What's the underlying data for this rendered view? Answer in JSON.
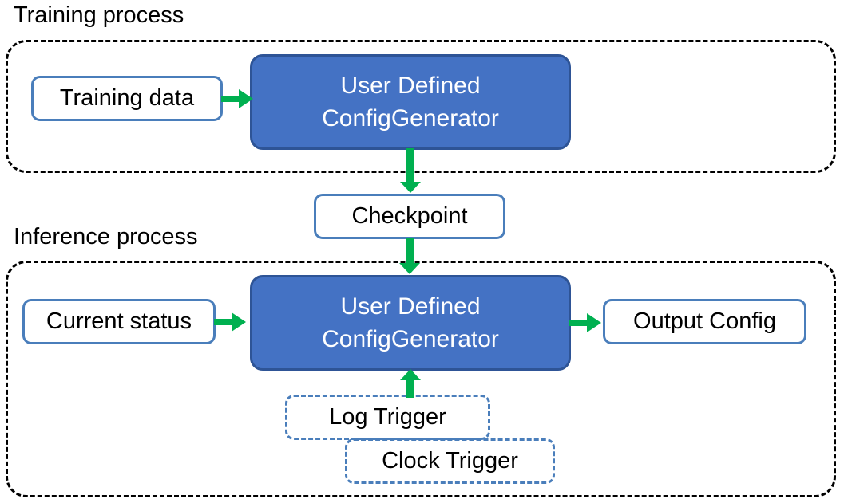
{
  "diagram": {
    "title_training": "Training process",
    "title_inference": "Inference process",
    "colors": {
      "process_fill": "#4472C4",
      "process_border": "#2E5496",
      "box_border": "#4A7EBB",
      "arrow": "#00B050",
      "container_border": "#000000",
      "text_dark": "#000000",
      "text_light": "#FFFFFF"
    }
  },
  "training": {
    "caption": "Training process",
    "input_box": "Training data",
    "process_line1": "User Defined",
    "process_line2": "ConfigGenerator"
  },
  "checkpoint": {
    "label": "Checkpoint"
  },
  "inference": {
    "caption": "Inference process",
    "input_box": "Current status",
    "process_line1": "User Defined",
    "process_line2": "ConfigGenerator",
    "output_box": "Output Config",
    "triggers": [
      {
        "label": "Log Trigger"
      },
      {
        "label": "Clock Trigger"
      }
    ]
  },
  "arrows": [
    {
      "name": "training-data-to-process",
      "direction": "right"
    },
    {
      "name": "training-process-to-checkpoint",
      "direction": "down"
    },
    {
      "name": "checkpoint-to-inference-process",
      "direction": "down"
    },
    {
      "name": "current-status-to-process",
      "direction": "right"
    },
    {
      "name": "process-to-output-config",
      "direction": "right"
    },
    {
      "name": "log-trigger-to-process",
      "direction": "up"
    }
  ]
}
